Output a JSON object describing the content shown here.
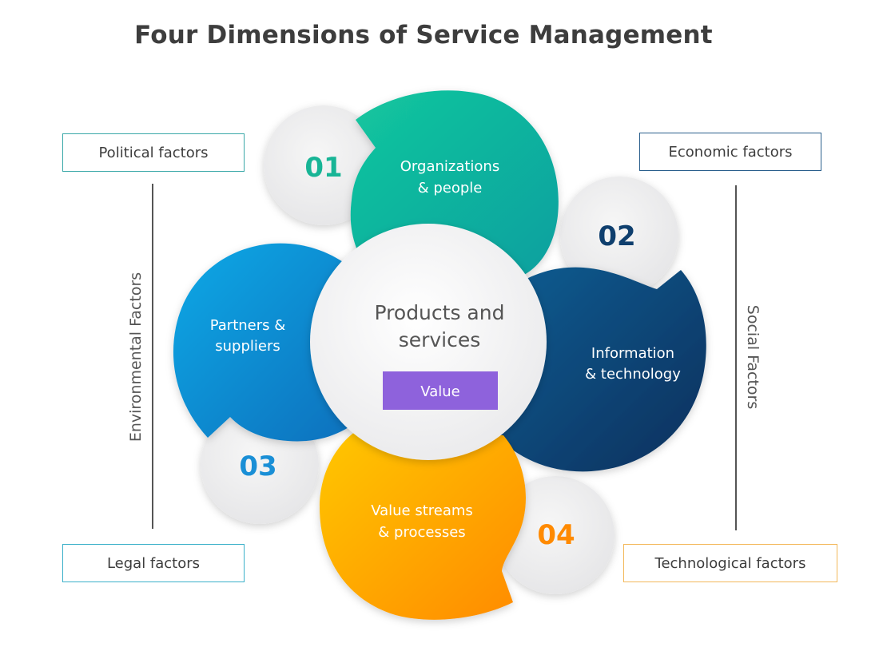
{
  "title": "Four Dimensions of Service Management",
  "factors": {
    "political": "Political factors",
    "economic": "Economic factors",
    "legal": "Legal factors",
    "technological": "Technological factors",
    "environmental": "Environmental Factors",
    "social": "Social Factors"
  },
  "center": {
    "line1": "Products and",
    "line2": "services",
    "value_label": "Value",
    "value_color": "#8e62dc"
  },
  "dimensions": [
    {
      "number": "01",
      "line1": "Organizations",
      "line2": "& people",
      "color": "#0fb99a",
      "number_color": "#18b596"
    },
    {
      "number": "02",
      "line1": "Information",
      "line2": "& technology",
      "color": "#0d4a7a",
      "number_color": "#0f3f6e"
    },
    {
      "number": "03",
      "line1": "Partners &",
      "line2": "suppliers",
      "color": "#1191d8",
      "number_color": "#1a8fd6"
    },
    {
      "number": "04",
      "line1": "Value streams",
      "line2": "& processes",
      "color": "#ffa10a",
      "number_color": "#ff8a00"
    }
  ]
}
